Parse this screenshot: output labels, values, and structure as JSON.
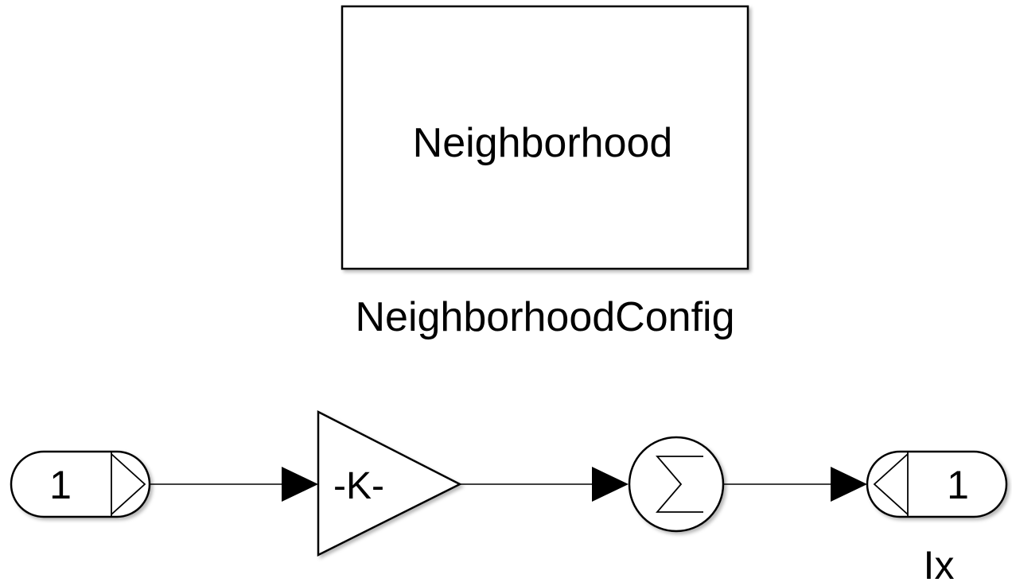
{
  "subsystem": {
    "block_text": "Neighborhood",
    "name": "NeighborhoodConfig"
  },
  "inport": {
    "number": "1"
  },
  "gain": {
    "text": "-K-"
  },
  "sum": {
    "symbol": "∑"
  },
  "outport": {
    "number": "1",
    "name": "Ix"
  },
  "colors": {
    "line": "#000000",
    "background": "#ffffff"
  }
}
